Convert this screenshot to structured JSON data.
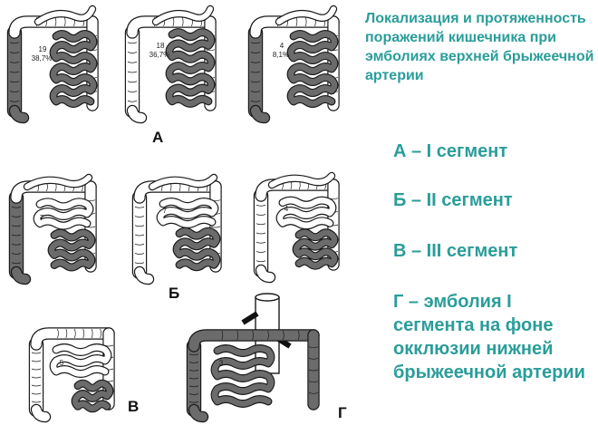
{
  "title": "Локализация и протяженность поражений кишечника при эмболиях верхней брыжеечной артерии",
  "colors": {
    "accent": "#2a9d9a",
    "lesion": "#6b6b6b",
    "healthy": "#ffffff",
    "outline": "#1a1a1a"
  },
  "legend": [
    {
      "text": "А – I сегмент"
    },
    {
      "text": "Б – II сегмент"
    },
    {
      "text": "В – III сегмент"
    },
    {
      "text": "Г – эмболия I сегмента на фоне окклюзии нижней брыжеечной артерии"
    }
  ],
  "panels": [
    {
      "letter": "А"
    },
    {
      "letter": "Б"
    },
    {
      "letter": "В"
    },
    {
      "letter": "Г"
    }
  ],
  "figures": [
    {
      "number": "19",
      "percent": "38,7%"
    },
    {
      "number": "18",
      "percent": "36,7%"
    },
    {
      "number": "4",
      "percent": "8,1%"
    },
    {
      "number": "7",
      "percent": ""
    },
    {
      "number": "7",
      "percent": ""
    },
    {
      "number": "4",
      "percent": ""
    },
    {
      "number": "5",
      "percent": ""
    },
    {
      "number": "3",
      "percent": ""
    }
  ]
}
